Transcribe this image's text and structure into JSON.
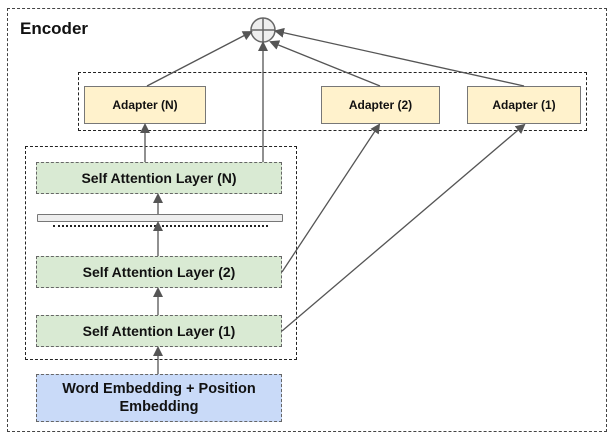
{
  "title": "Encoder",
  "adapters": {
    "n": "Adapter (N)",
    "two": "Adapter (2)",
    "one": "Adapter (1)"
  },
  "layers": {
    "n": "Self Attention Layer (N)",
    "two": "Self Attention Layer (2)",
    "one": "Self Attention Layer (1)"
  },
  "embedding": "Word Embedding + Position\nEmbedding",
  "colors": {
    "adapter_fill": "#fff2cc",
    "layer_fill": "#d9ead3",
    "embedding_fill": "#c9daf8",
    "arrow": "#555555"
  },
  "icons": {
    "sum": "circled-plus-icon"
  }
}
